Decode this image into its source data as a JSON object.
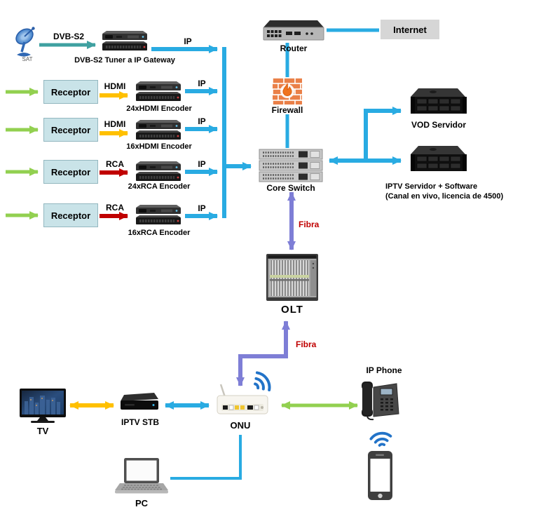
{
  "colors": {
    "ip_link": "#29ABE2",
    "input_link": "#92D050",
    "hdmi_link": "#FFC000",
    "rca_link": "#C00000",
    "dvbs2_link": "#3FA0A0",
    "fibra_link": "#7E7ED6",
    "fibra_text": "#C00000",
    "receptor_fill": "#C9E3E8",
    "internet_fill": "#D6D6D6"
  },
  "headend": {
    "sat_label": "SAT",
    "dvbs2_label": "DVB-S2",
    "tuner_label": "DVB-S2 Tuner a IP Gateway",
    "tuner_ip_label": "IP",
    "rows": [
      {
        "receptor_label": "Receptor",
        "cable_label": "HDMI",
        "encoder_label": "24xHDMI Encoder",
        "ip_label": "IP"
      },
      {
        "receptor_label": "Receptor",
        "cable_label": "HDMI",
        "encoder_label": "16xHDMI Encoder",
        "ip_label": "IP"
      },
      {
        "receptor_label": "Receptor",
        "cable_label": "RCA",
        "encoder_label": "24xRCA Encoder",
        "ip_label": "IP"
      },
      {
        "receptor_label": "Receptor",
        "cable_label": "RCA",
        "encoder_label": "16xRCA Encoder",
        "ip_label": "IP"
      }
    ]
  },
  "core": {
    "router_label": "Router",
    "internet_label": "Internet",
    "firewall_label": "Firewall",
    "core_switch_label": "Core Switch",
    "vod_server_label": "VOD Servidor",
    "iptv_server_label_line1": "IPTV Servidor + Software",
    "iptv_server_label_line2": "(Canal en vivo, licencia de 4500)",
    "fibra_upper_label": "Fibra",
    "olt_label": "OLT",
    "fibra_lower_label": "Fibra"
  },
  "premises": {
    "tv_label": "TV",
    "stb_label": "IPTV STB",
    "onu_label": "ONU",
    "pc_label": "PC",
    "ip_phone_label": "IP Phone"
  }
}
